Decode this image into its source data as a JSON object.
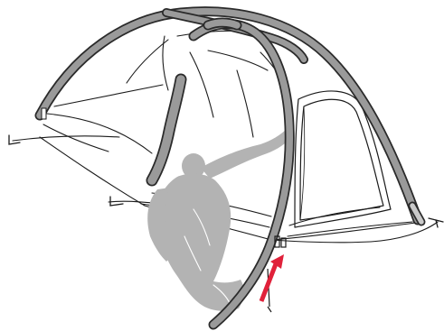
{
  "diagram": {
    "subject": "tent-pole-attachment",
    "elements": [
      "tent-canopy",
      "main-pole-front",
      "main-pole-rear",
      "brow-pole",
      "side-window-panel",
      "person-silhouette",
      "pole-tip-attachment-arrow"
    ]
  },
  "colors": {
    "outline": "#1a1a1a",
    "pole_fill": "#9a9a9a",
    "pole_edge": "#2a2a2a",
    "person": "#b3b3b3",
    "arrow": "#e0213a",
    "background": "#ffffff"
  },
  "icons": {
    "arrow": "up-right-arrow",
    "person": "person-silhouette",
    "stake": "stake-icon"
  }
}
